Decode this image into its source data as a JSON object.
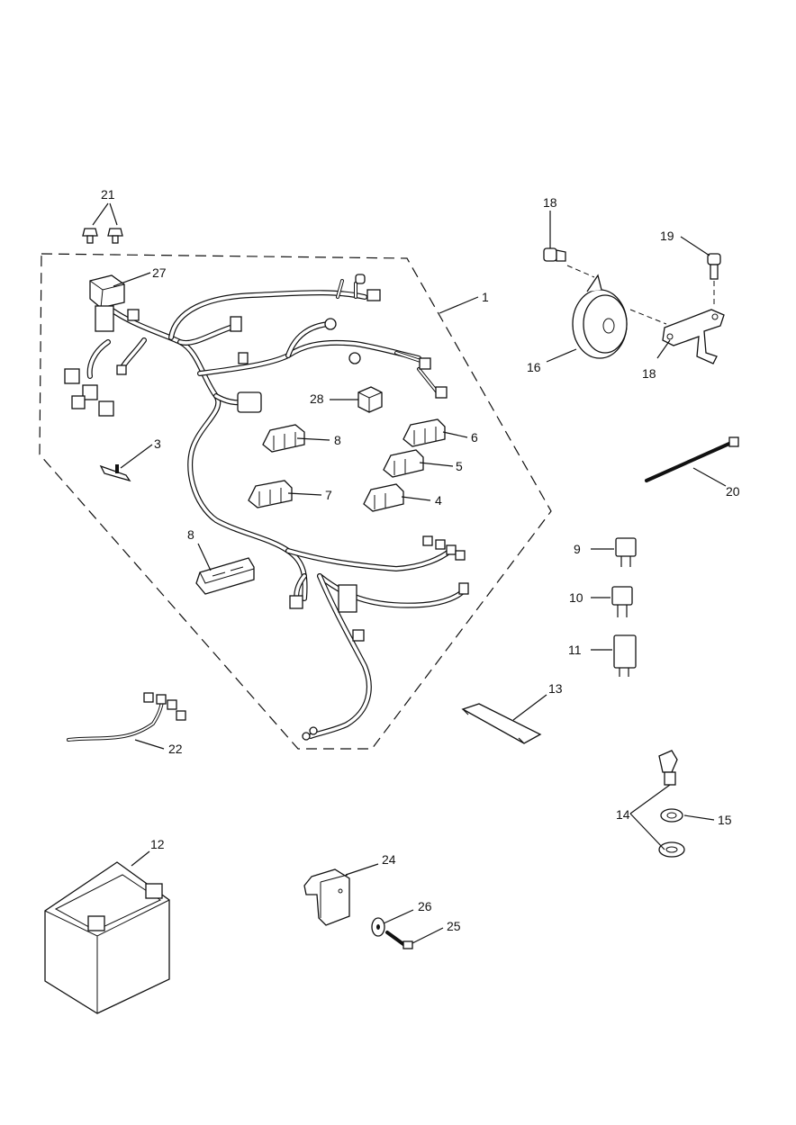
{
  "callouts": [
    {
      "id": "c1",
      "text": "1"
    },
    {
      "id": "c3",
      "text": "3"
    },
    {
      "id": "c4",
      "text": "4"
    },
    {
      "id": "c5",
      "text": "5"
    },
    {
      "id": "c6",
      "text": "6"
    },
    {
      "id": "c7",
      "text": "7"
    },
    {
      "id": "c8a",
      "text": "8"
    },
    {
      "id": "c8b",
      "text": "8"
    },
    {
      "id": "c9",
      "text": "9"
    },
    {
      "id": "c10",
      "text": "10"
    },
    {
      "id": "c11",
      "text": "11"
    },
    {
      "id": "c12",
      "text": "12"
    },
    {
      "id": "c13",
      "text": "13"
    },
    {
      "id": "c14",
      "text": "14"
    },
    {
      "id": "c15",
      "text": "15"
    },
    {
      "id": "c16",
      "text": "16"
    },
    {
      "id": "c18a",
      "text": "18"
    },
    {
      "id": "c18b",
      "text": "18"
    },
    {
      "id": "c19",
      "text": "19"
    },
    {
      "id": "c20",
      "text": "20"
    },
    {
      "id": "c21",
      "text": "21"
    },
    {
      "id": "c22",
      "text": "22"
    },
    {
      "id": "c24",
      "text": "24"
    },
    {
      "id": "c25",
      "text": "25"
    },
    {
      "id": "c26",
      "text": "26"
    },
    {
      "id": "c27",
      "text": "27"
    },
    {
      "id": "c28",
      "text": "28"
    }
  ]
}
